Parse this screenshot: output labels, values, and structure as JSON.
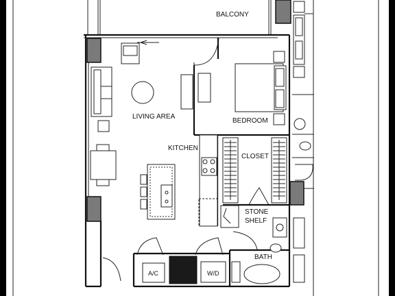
{
  "labels": {
    "balcony": "BALCONY",
    "living_area": "LIVING AREA",
    "bedroom": "BEDROOM",
    "kitchen": "KITCHEN",
    "closet": "CLOSET",
    "stone": "STONE",
    "shelf": "SHELF",
    "bath": "BATH",
    "ac": "A/C",
    "wd": "W/D"
  },
  "colors": {
    "background": "#ffffff",
    "frame": "#000000",
    "lines": "#111111",
    "column_fill": "#7a7a7a",
    "dryer_fill": "#1a1a1a"
  }
}
